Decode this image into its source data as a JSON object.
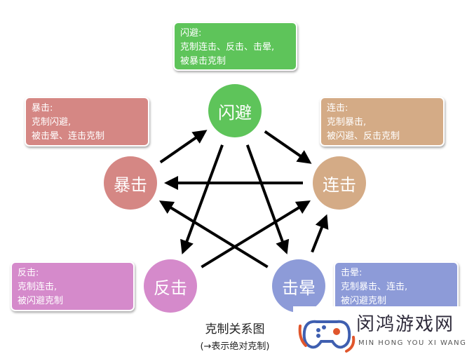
{
  "colors": {
    "dodge": "#5ec45a",
    "combo": "#d4ab86",
    "stun": "#8d9bd8",
    "counter": "#d58acb",
    "crit": "#d58784",
    "arrow": "#000000",
    "watermark_text": "#2e2a3a"
  },
  "nodes": [
    {
      "id": "dodge",
      "label": "闪避"
    },
    {
      "id": "combo",
      "label": "连击"
    },
    {
      "id": "stun",
      "label": "击晕"
    },
    {
      "id": "counter",
      "label": "反击"
    },
    {
      "id": "crit",
      "label": "暴击"
    }
  ],
  "boxes": [
    {
      "id": "dodge",
      "lines": [
        "闪避:",
        "克制连击、反击、击晕,",
        "被暴击克制"
      ]
    },
    {
      "id": "crit",
      "lines": [
        "暴击:",
        "克制闪避,",
        "被击晕、连击克制"
      ]
    },
    {
      "id": "combo",
      "lines": [
        "连击:",
        "克制暴击,",
        "被闪避、反击克制"
      ]
    },
    {
      "id": "counter",
      "lines": [
        "反击:",
        "克制连击,",
        "被闪避克制"
      ]
    },
    {
      "id": "stun",
      "lines": [
        "击晕:",
        "克制暴击、连击,",
        "被闪避克制"
      ]
    }
  ],
  "edges": [
    {
      "from": "dodge",
      "to": "combo"
    },
    {
      "from": "dodge",
      "to": "counter"
    },
    {
      "from": "dodge",
      "to": "stun"
    },
    {
      "from": "crit",
      "to": "dodge"
    },
    {
      "from": "combo",
      "to": "crit"
    },
    {
      "from": "stun",
      "to": "crit"
    },
    {
      "from": "stun",
      "to": "combo"
    },
    {
      "from": "counter",
      "to": "combo"
    }
  ],
  "caption": {
    "title": "克制关系图",
    "subtitle": "(→表示绝对克制)"
  },
  "watermark": {
    "title": "闵鸿游戏网",
    "subtitle": "MIN HONG YOU XI WANG"
  }
}
